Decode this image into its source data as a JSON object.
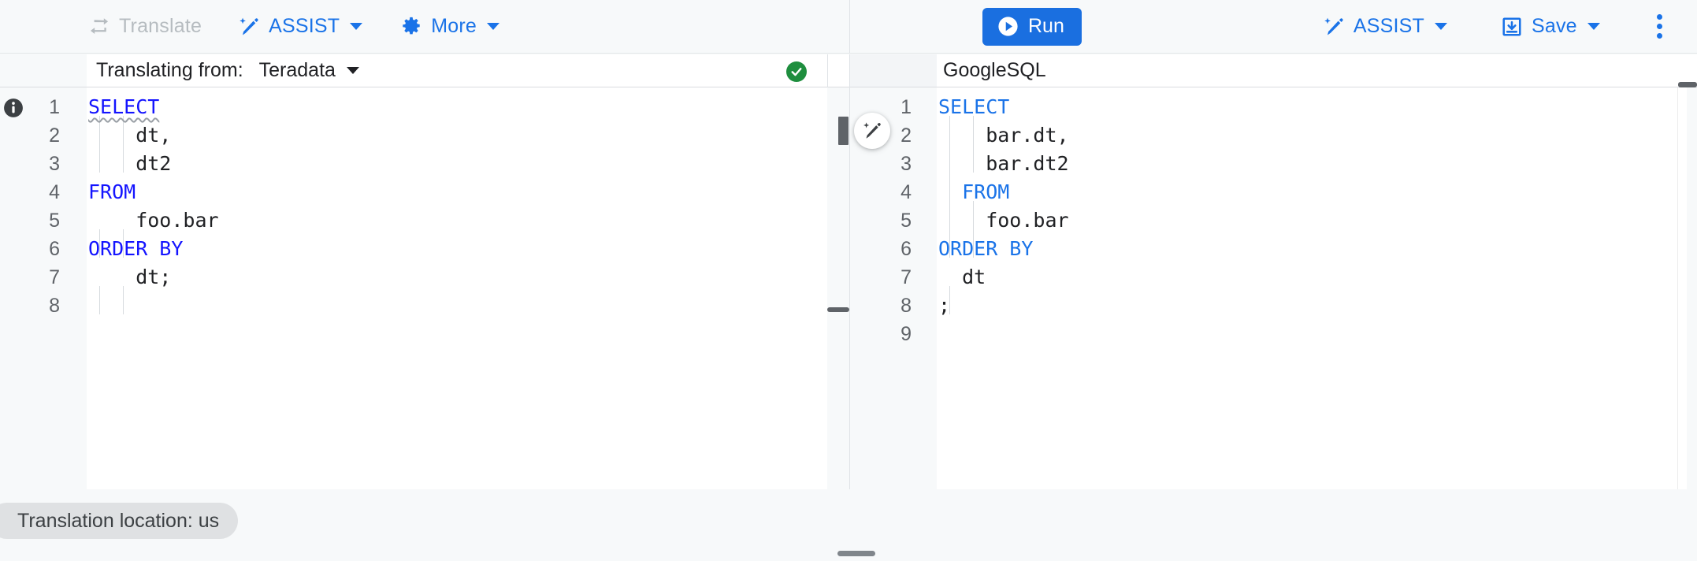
{
  "toolbar_left": {
    "translate_button": {
      "label": "Translate",
      "icon": "swap-horizontal-icon",
      "disabled": true
    },
    "assist_button": {
      "label": "ASSIST",
      "icon": "magic-pencil-icon",
      "has_caret": true
    },
    "more_button": {
      "label": "More",
      "icon": "gear-icon",
      "has_caret": true
    }
  },
  "toolbar_right": {
    "run_button": {
      "label": "Run",
      "icon": "play-circle-icon"
    },
    "assist_button": {
      "label": "ASSIST",
      "icon": "magic-pencil-icon",
      "has_caret": true
    },
    "save_button": {
      "label": "Save",
      "icon": "save-download-icon",
      "has_caret": true
    },
    "overflow_button": {
      "label": "",
      "icon": "more-vert-icon"
    }
  },
  "source_panel": {
    "translating_from_label": "Translating from:",
    "dialect": "Teradata",
    "status_icon": "check-circle-icon",
    "info_icon": "info-icon",
    "code_lines": [
      {
        "n": "1",
        "tokens": [
          {
            "t": "SELECT",
            "c": "kw squiggle"
          }
        ]
      },
      {
        "n": "2",
        "tokens": [
          {
            "t": "    dt,",
            "c": "txt"
          }
        ]
      },
      {
        "n": "3",
        "tokens": [
          {
            "t": "    dt2",
            "c": "txt"
          }
        ]
      },
      {
        "n": "4",
        "tokens": [
          {
            "t": "FROM",
            "c": "kw"
          }
        ]
      },
      {
        "n": "5",
        "tokens": [
          {
            "t": "    foo.bar",
            "c": "txt"
          }
        ]
      },
      {
        "n": "6",
        "tokens": [
          {
            "t": "ORDER BY",
            "c": "kw"
          }
        ]
      },
      {
        "n": "7",
        "tokens": [
          {
            "t": "    dt;",
            "c": "txt"
          }
        ]
      },
      {
        "n": "8",
        "tokens": []
      }
    ]
  },
  "target_panel": {
    "dialect": "GoogleSQL",
    "assist_fab_icon": "magic-pencil-icon",
    "code_lines": [
      {
        "n": "1",
        "tokens": [
          {
            "t": "SELECT",
            "c": "kw-soft"
          }
        ]
      },
      {
        "n": "2",
        "tokens": [
          {
            "t": "    bar.dt,",
            "c": "txt"
          }
        ]
      },
      {
        "n": "3",
        "tokens": [
          {
            "t": "    bar.dt2",
            "c": "txt"
          }
        ]
      },
      {
        "n": "4",
        "tokens": [
          {
            "t": "  FROM",
            "c": "kw-soft"
          }
        ]
      },
      {
        "n": "5",
        "tokens": [
          {
            "t": "    foo.bar",
            "c": "txt"
          }
        ]
      },
      {
        "n": "6",
        "tokens": [
          {
            "t": "ORDER BY",
            "c": "kw-soft"
          }
        ]
      },
      {
        "n": "7",
        "tokens": [
          {
            "t": "  dt",
            "c": "txt"
          }
        ]
      },
      {
        "n": "8",
        "tokens": [
          {
            "t": ";",
            "c": "txt"
          }
        ]
      },
      {
        "n": "9",
        "tokens": []
      }
    ]
  },
  "footer": {
    "translation_location": "Translation location: us"
  },
  "colors": {
    "accent_blue": "#1a73e8",
    "run_blue": "#1a6fe0",
    "success_green": "#1e8e3e",
    "keyword_blue": "#1414ff",
    "page_bg": "#f7f9fa"
  }
}
